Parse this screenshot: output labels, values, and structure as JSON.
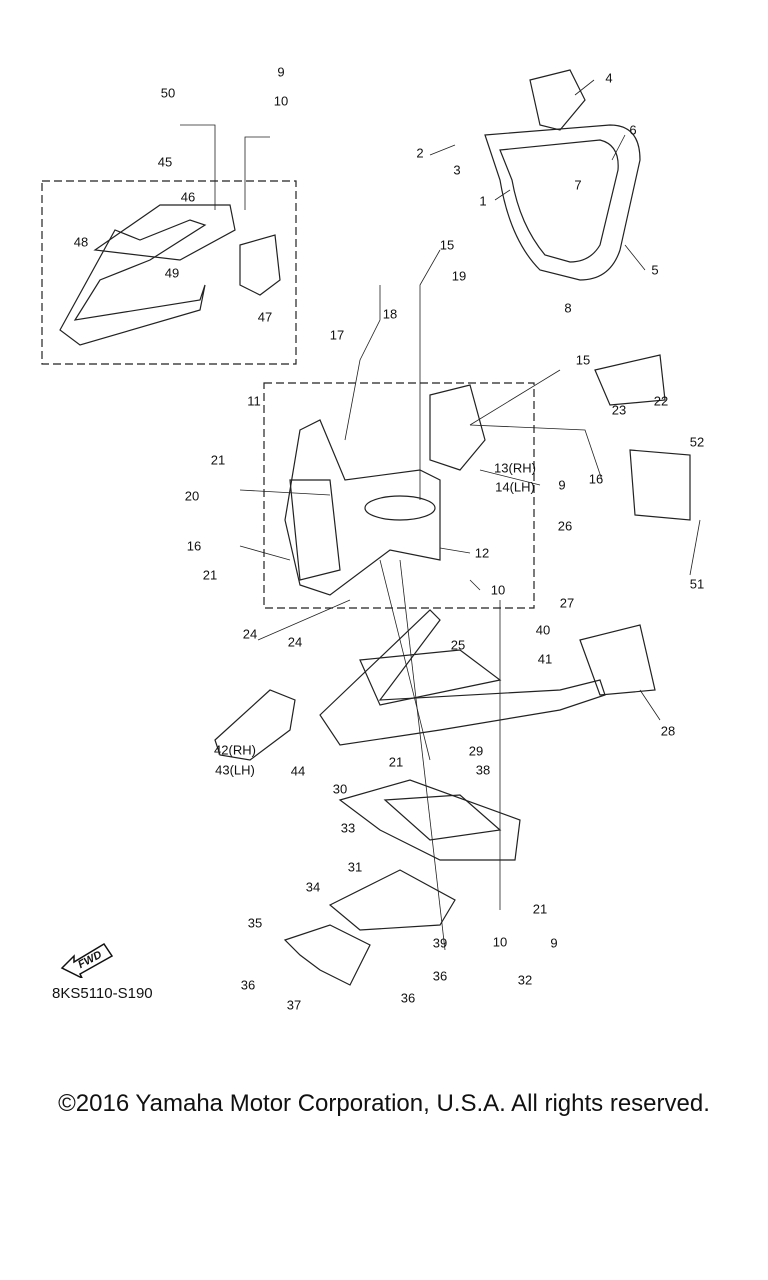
{
  "diagram": {
    "callouts": [
      "50",
      "9",
      "10",
      "4",
      "6",
      "2",
      "3",
      "7",
      "45",
      "46",
      "48",
      "49",
      "47",
      "1",
      "5",
      "15",
      "19",
      "8",
      "17",
      "18",
      "15",
      "22",
      "23",
      "11",
      "21",
      "20",
      "16",
      "13(RH)",
      "14(LH)",
      "9",
      "52",
      "26",
      "16",
      "12",
      "21",
      "10",
      "51",
      "24",
      "27",
      "40",
      "24",
      "25",
      "41",
      "28",
      "29",
      "21",
      "38",
      "42(RH)",
      "43(LH)",
      "44",
      "30",
      "33",
      "31",
      "34",
      "21",
      "35",
      "39",
      "10",
      "9",
      "36",
      "36",
      "32",
      "37",
      "36"
    ],
    "fwd_label": "FWD",
    "drawing_code": "8KS5110-S190",
    "copyright": "©2016 Yamaha Motor Corporation, U.S.A. All rights reserved."
  }
}
